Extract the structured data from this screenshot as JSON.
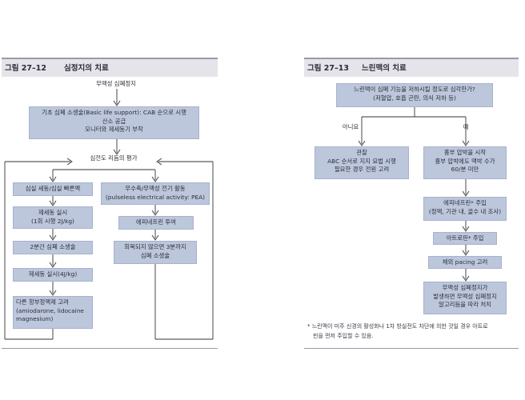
{
  "left_figure": {
    "fig_no": "그림 27–12",
    "title": "심정지의 치료",
    "start": "무맥성 심폐정지",
    "box_bls": [
      "기초 심폐 소생술(Basic life support): CAB 순으로 시행",
      "산소 공급",
      "모니터와 제세동기 부착"
    ],
    "rhythm_eval": "심전도 리듬의 평가",
    "vf": "심실 세동/심실 빠른맥",
    "defib1": [
      "제세동 실시",
      "(1회 시행 2J/kg)"
    ],
    "cpr2": "2분간 심폐 소생술",
    "defib2": "제세동 실시(4J/kg)",
    "antiarrhythmic": [
      "다른 항부정맥제 고려",
      "(amiodarone, lidocaine",
      "magnesium)"
    ],
    "asystole": [
      "무수축/무맥성 전기 활동",
      "(pulseless electrical activity: PEA)"
    ],
    "epi": "에피네프린 투여",
    "cpr3": [
      "회복되지 않으면 3분까지",
      "심폐 소생술"
    ]
  },
  "right_figure": {
    "fig_no": "그림 27–13",
    "title": "느린맥의 치료",
    "question": [
      "느린맥이 심폐 기능을 저하시킬 정도로 심각한가?",
      "(저혈압, 호흡 곤란, 의식 저하 등)"
    ],
    "no_label": "아니요",
    "yes_label": "예",
    "observe": [
      "관찰",
      "ABC 순서로 지지 요법 시행",
      "필요한 경우 전원 고려"
    ],
    "compress": [
      "흉부 압박을 시작",
      "흉부 압박에도 맥박 수가",
      "60/분 미만"
    ],
    "epi": [
      "에피네프린* 주입",
      "(정맥, 기관 내, 골수 내 조사)"
    ],
    "atropine": "아트로핀* 주입",
    "pacing": "체외 pacing 고려",
    "pulseless": [
      "무맥성 심폐정지가",
      "발생하면 무맥성 심폐정지",
      "알고리듬을 따라 처치"
    ],
    "footnote": [
      "* 느린맥이 미주 신경의 활성화나 1차 방실전도 차단에 의한 것일 경우 아트로",
      "핀을 먼저 주입할 수 있음."
    ]
  }
}
